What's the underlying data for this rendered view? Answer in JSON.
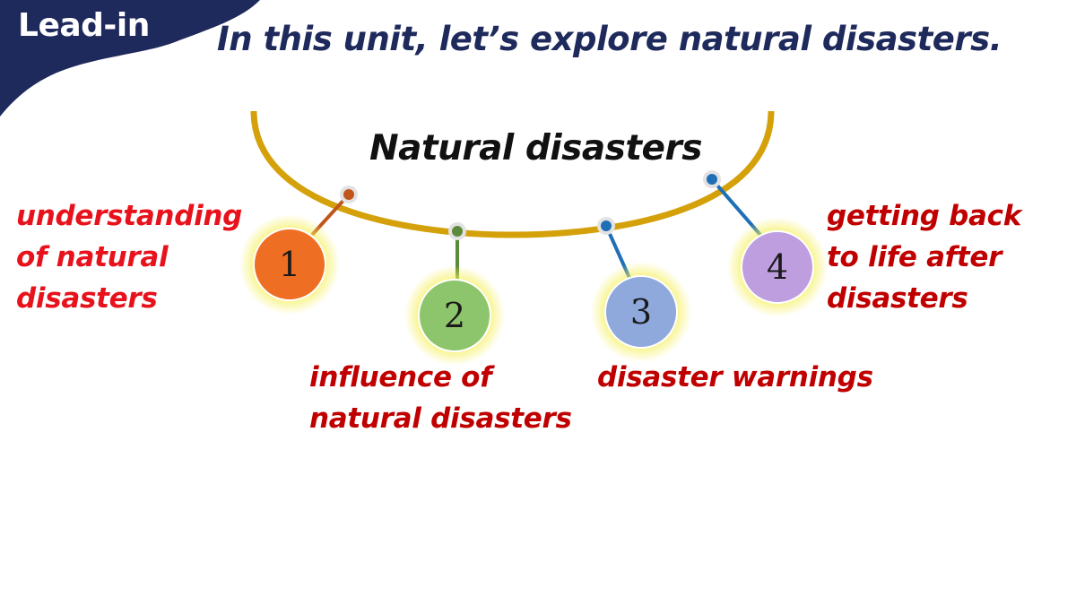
{
  "corner_label": "Lead-in",
  "headline": "In this unit, let’s explore natural disasters.",
  "diagram": {
    "center_title": "Natural disasters",
    "nodes": [
      {
        "number": "1",
        "lines": [
          "understanding",
          "of natural",
          "disasters"
        ],
        "fill": "#ee6e24",
        "connector": "#c0561c",
        "text_color": "#e8121c"
      },
      {
        "number": "2",
        "lines": [
          "influence of",
          "natural disasters"
        ],
        "fill": "#8dc56c",
        "connector": "#5a8a3a",
        "text_color": "#c00000"
      },
      {
        "number": "3",
        "lines": [
          "disaster warnings"
        ],
        "fill": "#8fa9dc",
        "connector": "#1f6fb6",
        "text_color": "#c00000"
      },
      {
        "number": "4",
        "lines": [
          "getting back",
          "to life after",
          "disasters"
        ],
        "fill": "#bf9ee0",
        "connector": "#1f6fb6",
        "text_color": "#c00000"
      }
    ]
  },
  "colors": {
    "navy": "#1f2a5c",
    "arc": "#d4a10a",
    "glow": "#f5ef5a"
  }
}
